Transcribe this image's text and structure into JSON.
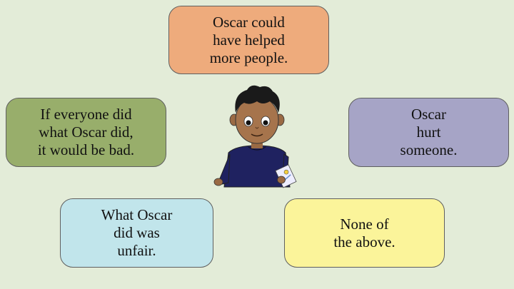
{
  "options": [
    {
      "id": "top",
      "text": "Oscar could\nhave helped\nmore people.",
      "color": "#eeab7c"
    },
    {
      "id": "left",
      "text": "If everyone did\nwhat Oscar did,\nit would be bad.",
      "color": "#98ae6b"
    },
    {
      "id": "right",
      "text": "Oscar\nhurt\nsomeone.",
      "color": "#a6a4c6"
    },
    {
      "id": "bottom-left",
      "text": "What Oscar\ndid was\nunfair.",
      "color": "#c1e5eb"
    },
    {
      "id": "bottom-right",
      "text": "None of\nthe above.",
      "color": "#fbf49a"
    }
  ],
  "colors": {
    "background": "#e3ecd8",
    "border": "#5f5f5f"
  },
  "character": {
    "icon": "boy-character-illustration"
  }
}
